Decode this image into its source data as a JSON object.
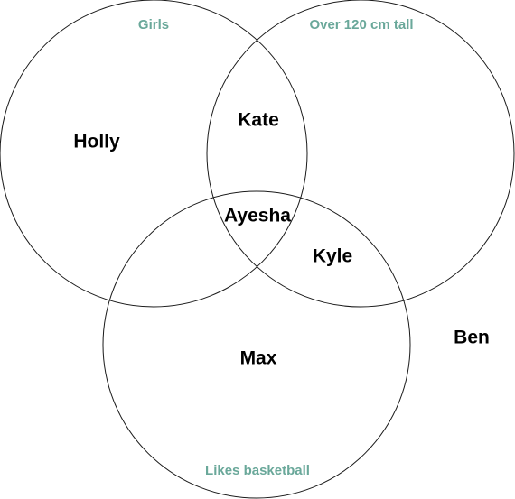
{
  "sets": [
    {
      "id": "girls",
      "label": "Girls"
    },
    {
      "id": "tall",
      "label": "Over 120 cm tall"
    },
    {
      "id": "basketball",
      "label": "Likes basketball"
    }
  ],
  "members": [
    {
      "name": "Holly",
      "sets": [
        "girls"
      ]
    },
    {
      "name": "Kate",
      "sets": [
        "girls",
        "tall"
      ]
    },
    {
      "name": "Ayesha",
      "sets": [
        "girls",
        "tall",
        "basketball"
      ]
    },
    {
      "name": "Kyle",
      "sets": [
        "tall",
        "basketball"
      ]
    },
    {
      "name": "Max",
      "sets": [
        "basketball"
      ]
    },
    {
      "name": "Ben",
      "sets": []
    }
  ],
  "colors": {
    "set_label": "#6aa89a",
    "outline": "#1a1a1a",
    "member_text": "#000000"
  }
}
